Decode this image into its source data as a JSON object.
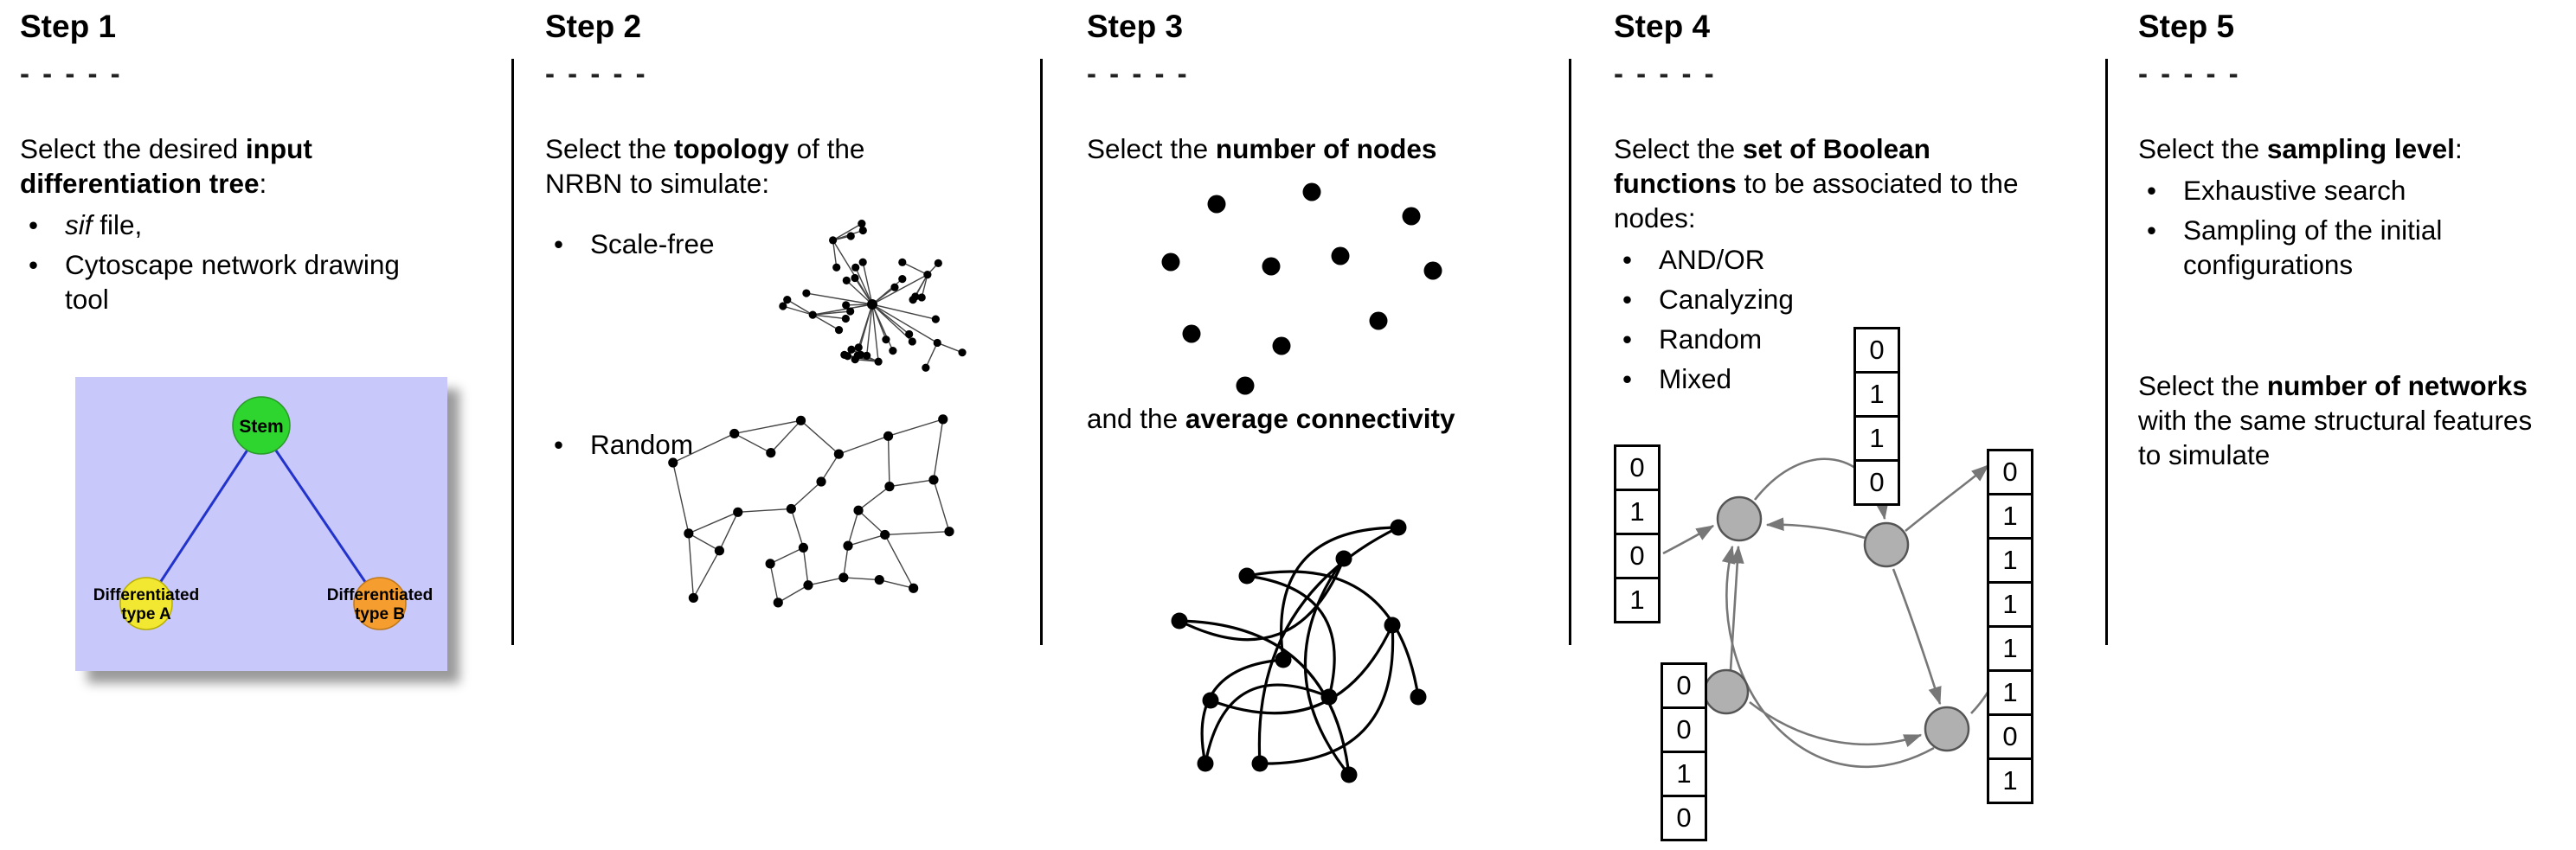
{
  "ui": {
    "bullet": "•"
  },
  "step1": {
    "title": "Step 1",
    "rule": "- - - - -",
    "p1_a": "Select the desired ",
    "p1_b": "input differentiation tree",
    "p1_c": ":",
    "bullet1_italic": "sif",
    "bullet1_rest": " file,",
    "bullet2": "Cytoscape network drawing tool",
    "tree": {
      "root_label": "Stem",
      "left_label_line1": "Differentiated",
      "left_label_line2": "type A",
      "right_label_line1": "Differentiated",
      "right_label_line2": "type B",
      "colors": {
        "panel_bg": "#c8c8fa",
        "root": "#2ed52e",
        "left_leaf": "#f2e832",
        "right_leaf": "#f59d2e",
        "edge": "#2233cc"
      }
    }
  },
  "step2": {
    "title": "Step 2",
    "rule": "- - - - -",
    "p1_a": "Select the ",
    "p1_b": "topology",
    "p1_c": " of the NRBN to simulate:",
    "bullet1": "Scale-free",
    "bullet2": "Random"
  },
  "step3": {
    "title": "Step 3",
    "rule": "- - - - -",
    "p1_a": "Select the ",
    "p1_b": "number of nodes",
    "p2_a": "and the ",
    "p2_b": "average connectivity"
  },
  "step4": {
    "title": "Step 4",
    "rule": "- - - - -",
    "p1_a": "Select the ",
    "p1_b": "set of Boolean functions",
    "p1_c": " to be associated to the nodes:",
    "bullets": [
      "AND/OR",
      "Canalyzing",
      "Random",
      "Mixed"
    ],
    "tables": {
      "left": [
        "0",
        "1",
        "0",
        "1"
      ],
      "bottom": [
        "0",
        "0",
        "1",
        "0"
      ],
      "top": [
        "0",
        "1",
        "1",
        "0"
      ],
      "right": [
        "0",
        "1",
        "1",
        "1",
        "1",
        "1",
        "0",
        "1"
      ]
    }
  },
  "step5": {
    "title": "Step 5",
    "rule": "- - - - -",
    "p1_a": "Select the ",
    "p1_b": "sampling level",
    "p1_c": ":",
    "bullet1": "Exhaustive search",
    "bullet2": "Sampling of the initial configurations",
    "p2_a": "Select the ",
    "p2_b": "number of networks",
    "p2_c": " with the same structural features to simulate"
  }
}
